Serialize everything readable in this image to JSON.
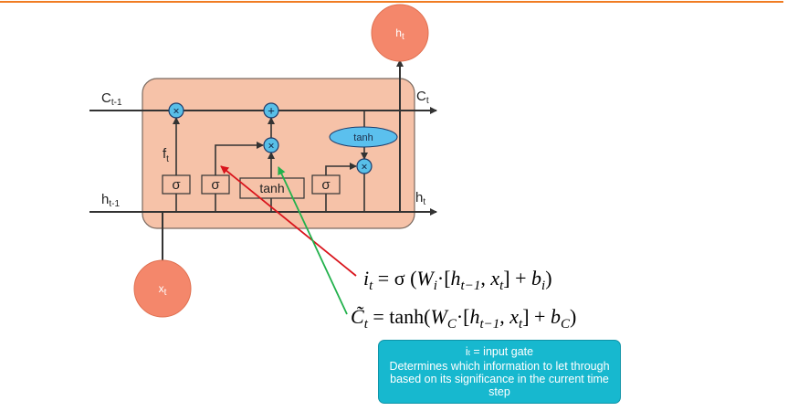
{
  "diagram": {
    "colors": {
      "top_rule": "#f07c23",
      "cell_fill": "#f6c2a8",
      "cell_stroke": "#7a6a60",
      "node_fill": "#f4876b",
      "op_fill": "#58bfe8",
      "op_stroke": "#1c3b6a",
      "tanh_fill": "#5bc0ee",
      "arrow_red": "#d9141c",
      "arrow_green": "#22b14c",
      "info_fill": "#17b8cf"
    },
    "labels": {
      "c_prev": {
        "base": "C",
        "sub": "t-1"
      },
      "c_next": {
        "base": "C",
        "sub": "t"
      },
      "h_prev": {
        "base": "h",
        "sub": "t-1"
      },
      "h_next": {
        "base": "h",
        "sub": "t"
      },
      "h_out": {
        "base": "h",
        "sub": "t"
      },
      "x_in": {
        "base": "x",
        "sub": "t"
      },
      "f_gate": {
        "base": "f",
        "sub": "t"
      }
    },
    "gates": {
      "sigma1": "σ",
      "sigma2": "σ",
      "tanh_box": "tanh",
      "sigma3": "σ",
      "tanh_ellipse": "tanh"
    },
    "ops": {
      "multiply": "×",
      "add": "+"
    }
  },
  "info_box": {
    "title_base": "i",
    "title_sub": "t",
    "title_rest": " = input gate",
    "body": "Determines which information to let through based on its significance in the current time step"
  }
}
